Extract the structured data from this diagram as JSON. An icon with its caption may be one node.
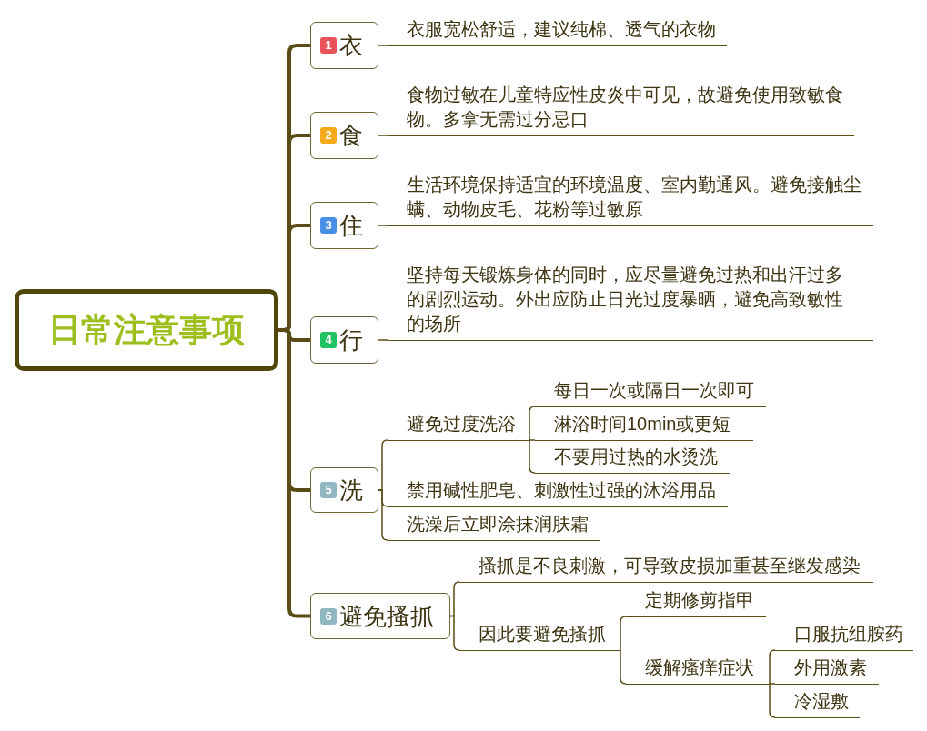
{
  "diagram": {
    "nodes": [
      {
        "text": [
          "日常注意事项"
        ]
      },
      {
        "text": [
          "1",
          "衣"
        ]
      },
      {
        "text": [
          "衣服宽松舒适，建议纯棉、透气的衣物"
        ]
      },
      {
        "text": [
          "2",
          "食"
        ]
      },
      {
        "text": [
          "食物过敏在儿童特应性皮炎中可见，故避免使用致敏食物。多拿无需过分忌口"
        ]
      },
      {
        "text": [
          "3",
          "住"
        ]
      },
      {
        "text": [
          "生活环境保持适宜的环境温度、室内勤通风。避免接触尘螨、动物皮毛、花粉等过敏原"
        ]
      },
      {
        "text": [
          "4",
          "行"
        ]
      },
      {
        "text": [
          "坚持每天锻炼身体的同时，应尽量避免过热和出汗过多的剧烈运动。外出应防止日光过度暴晒，避免高致敏性的场所"
        ]
      },
      {
        "text": [
          "5",
          "洗"
        ]
      },
      {
        "text": [
          "避免过度洗浴"
        ]
      },
      {
        "text": [
          "每日一次或隔日一次即可"
        ]
      },
      {
        "text": [
          "淋浴时间10min或更短"
        ]
      },
      {
        "text": [
          "不要用过热的水烫洗"
        ]
      },
      {
        "text": [
          "禁用碱性肥皂、刺激性过强的沐浴用品"
        ]
      },
      {
        "text": [
          "洗澡后立即涂抹润肤霜"
        ]
      },
      {
        "text": [
          "6",
          "避免搔抓"
        ]
      },
      {
        "text": [
          "搔抓是不良刺激，可导致皮损加重甚至继发感染"
        ]
      },
      {
        "text": [
          "因此要避免搔抓"
        ]
      },
      {
        "text": [
          "定期修剪指甲"
        ]
      },
      {
        "text": [
          "缓解瘙痒症状"
        ]
      },
      {
        "text": [
          "口服抗组胺药"
        ]
      },
      {
        "text": [
          "外用激素"
        ]
      },
      {
        "text": [
          "冷湿敷"
        ]
      }
    ],
    "edges": [
      {
        "from": 0,
        "to": 1,
        "arrow": "none",
        "style": "thick"
      },
      {
        "from": 0,
        "to": 3,
        "arrow": "none",
        "style": "thick"
      },
      {
        "from": 0,
        "to": 5,
        "arrow": "none",
        "style": "thick"
      },
      {
        "from": 0,
        "to": 7,
        "arrow": "none",
        "style": "thick"
      },
      {
        "from": 0,
        "to": 9,
        "arrow": "none",
        "style": "thick"
      },
      {
        "from": 0,
        "to": 16,
        "arrow": "none",
        "style": "thick"
      },
      {
        "from": 1,
        "to": 2,
        "arrow": "none"
      },
      {
        "from": 3,
        "to": 4,
        "arrow": "none"
      },
      {
        "from": 5,
        "to": 6,
        "arrow": "none"
      },
      {
        "from": 7,
        "to": 8,
        "arrow": "none"
      },
      {
        "from": 9,
        "to": 10,
        "arrow": "none"
      },
      {
        "from": 9,
        "to": 14,
        "arrow": "none"
      },
      {
        "from": 9,
        "to": 15,
        "arrow": "none"
      },
      {
        "from": 10,
        "to": 11,
        "arrow": "none"
      },
      {
        "from": 10,
        "to": 12,
        "arrow": "none"
      },
      {
        "from": 10,
        "to": 13,
        "arrow": "none"
      },
      {
        "from": 16,
        "to": 17,
        "arrow": "none"
      },
      {
        "from": 16,
        "to": 18,
        "arrow": "none"
      },
      {
        "from": 18,
        "to": 19,
        "arrow": "none"
      },
      {
        "from": 18,
        "to": 20,
        "arrow": "none"
      },
      {
        "from": 20,
        "to": 21,
        "arrow": "none"
      },
      {
        "from": 20,
        "to": 22,
        "arrow": "none"
      },
      {
        "from": 20,
        "to": 23,
        "arrow": "none"
      }
    ]
  }
}
